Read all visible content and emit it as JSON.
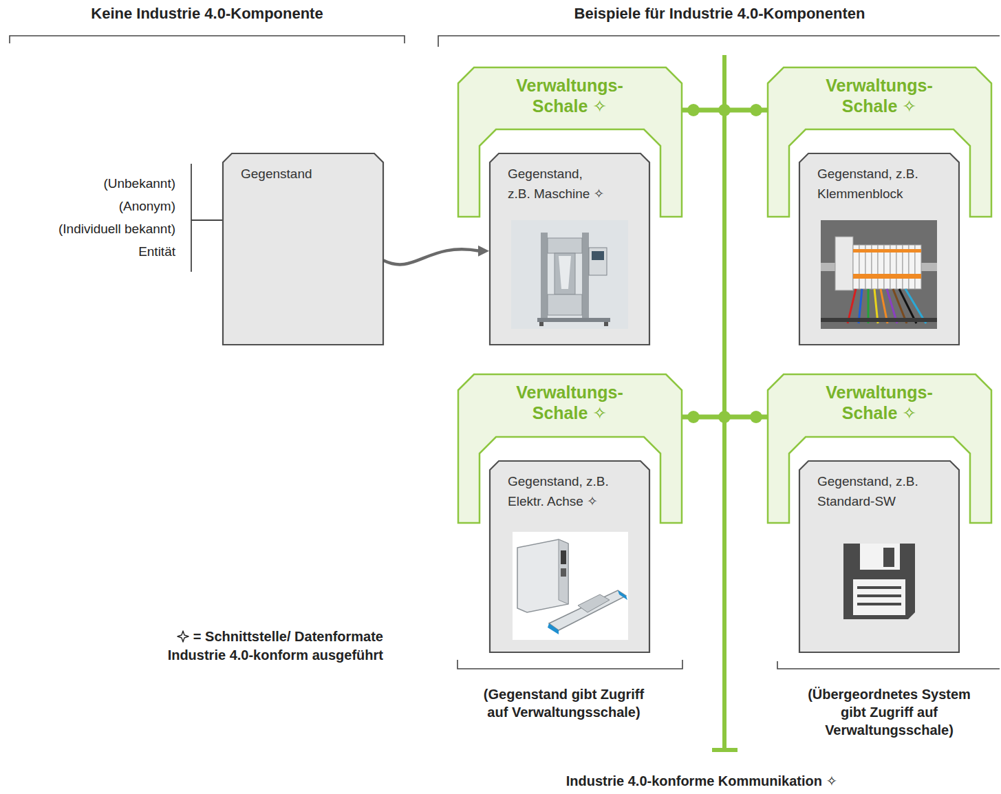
{
  "diagram": {
    "nodes": [
      {
        "text": [
          "Gegenstand"
        ]
      },
      {
        "text": [
          "Verwaltungs- Schale ✧"
        ]
      },
      {
        "text": [
          "Gegenstand, z.B. Maschine ✧"
        ],
        "in": 1
      },
      {
        "text": [
          "Verwaltungs- Schale ✧"
        ]
      },
      {
        "text": [
          "Gegenstand, z.B. Klemmenblock"
        ],
        "in": 3
      },
      {
        "text": [
          "Verwaltungs- Schale ✧"
        ]
      },
      {
        "text": [
          "Gegenstand, z.B. Elektr. Achse ✧"
        ],
        "in": 5
      },
      {
        "text": [
          "Verwaltungs- Schale ✧"
        ]
      },
      {
        "text": [
          "Gegenstand, z.B. Standard-SW"
        ],
        "in": 7
      }
    ],
    "edges": [
      {
        "from": 0,
        "to": 2,
        "arrow": "to"
      },
      {
        "from": 1,
        "to": 3,
        "arrow": "none"
      },
      {
        "from": 5,
        "to": 7,
        "arrow": "none"
      }
    ],
    "labels": [
      "Keine Industrie 4.0-Komponente",
      "Beispiele für Industrie 4.0-Komponenten",
      "(Unbekannt)",
      "(Anonym)",
      "(Individuell bekannt)",
      "Entität",
      "(Gegenstand gibt Zugriff auf Verwaltungsschale)",
      "(Übergeordnetes System gibt Zugriff auf Verwaltungsschale)",
      "Industrie 4.0-konforme Kommunikation ✧"
    ],
    "legend": [
      {
        "text": "= Schnittstelle/ Datenformate Industrie 4.0-konform ausgeführt"
      }
    ]
  }
}
